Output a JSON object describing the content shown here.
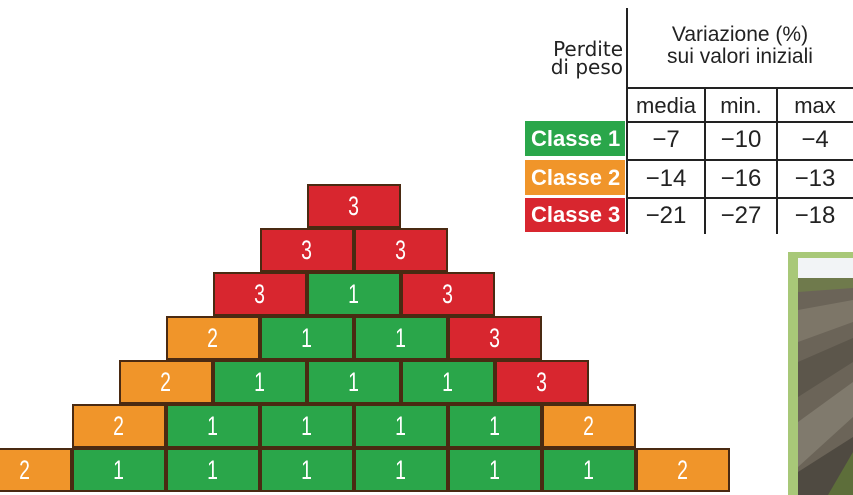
{
  "pyramid": {
    "rows": [
      [
        "3"
      ],
      [
        "3",
        "3"
      ],
      [
        "3",
        "1",
        "3"
      ],
      [
        "2",
        "1",
        "1",
        "3"
      ],
      [
        "2",
        "1",
        "1",
        "1",
        "3"
      ],
      [
        "2",
        "1",
        "1",
        "1",
        "1",
        "2"
      ],
      [
        "2",
        "1",
        "1",
        "1",
        "1",
        "1",
        "1",
        "2"
      ]
    ]
  },
  "class_colors": {
    "1": "#2aa64a",
    "2": "#f0952a",
    "3": "#d8262f"
  },
  "table": {
    "row_header_line1": "Perdite",
    "row_header_line2": "di peso",
    "group_header_line1": "Variazione (%)",
    "group_header_line2": "sui valori iniziali",
    "columns": [
      "media",
      "min.",
      "max"
    ],
    "rows": [
      {
        "label": "Classe 1",
        "color": "#2aa64a",
        "values": [
          "−7",
          "−10",
          "−4"
        ]
      },
      {
        "label": "Classe 2",
        "color": "#f0952a",
        "values": [
          "−14",
          "−16",
          "−13"
        ]
      },
      {
        "label": "Classe 3",
        "color": "#d8262f",
        "values": [
          "−21",
          "−27",
          "−18"
        ]
      }
    ]
  }
}
